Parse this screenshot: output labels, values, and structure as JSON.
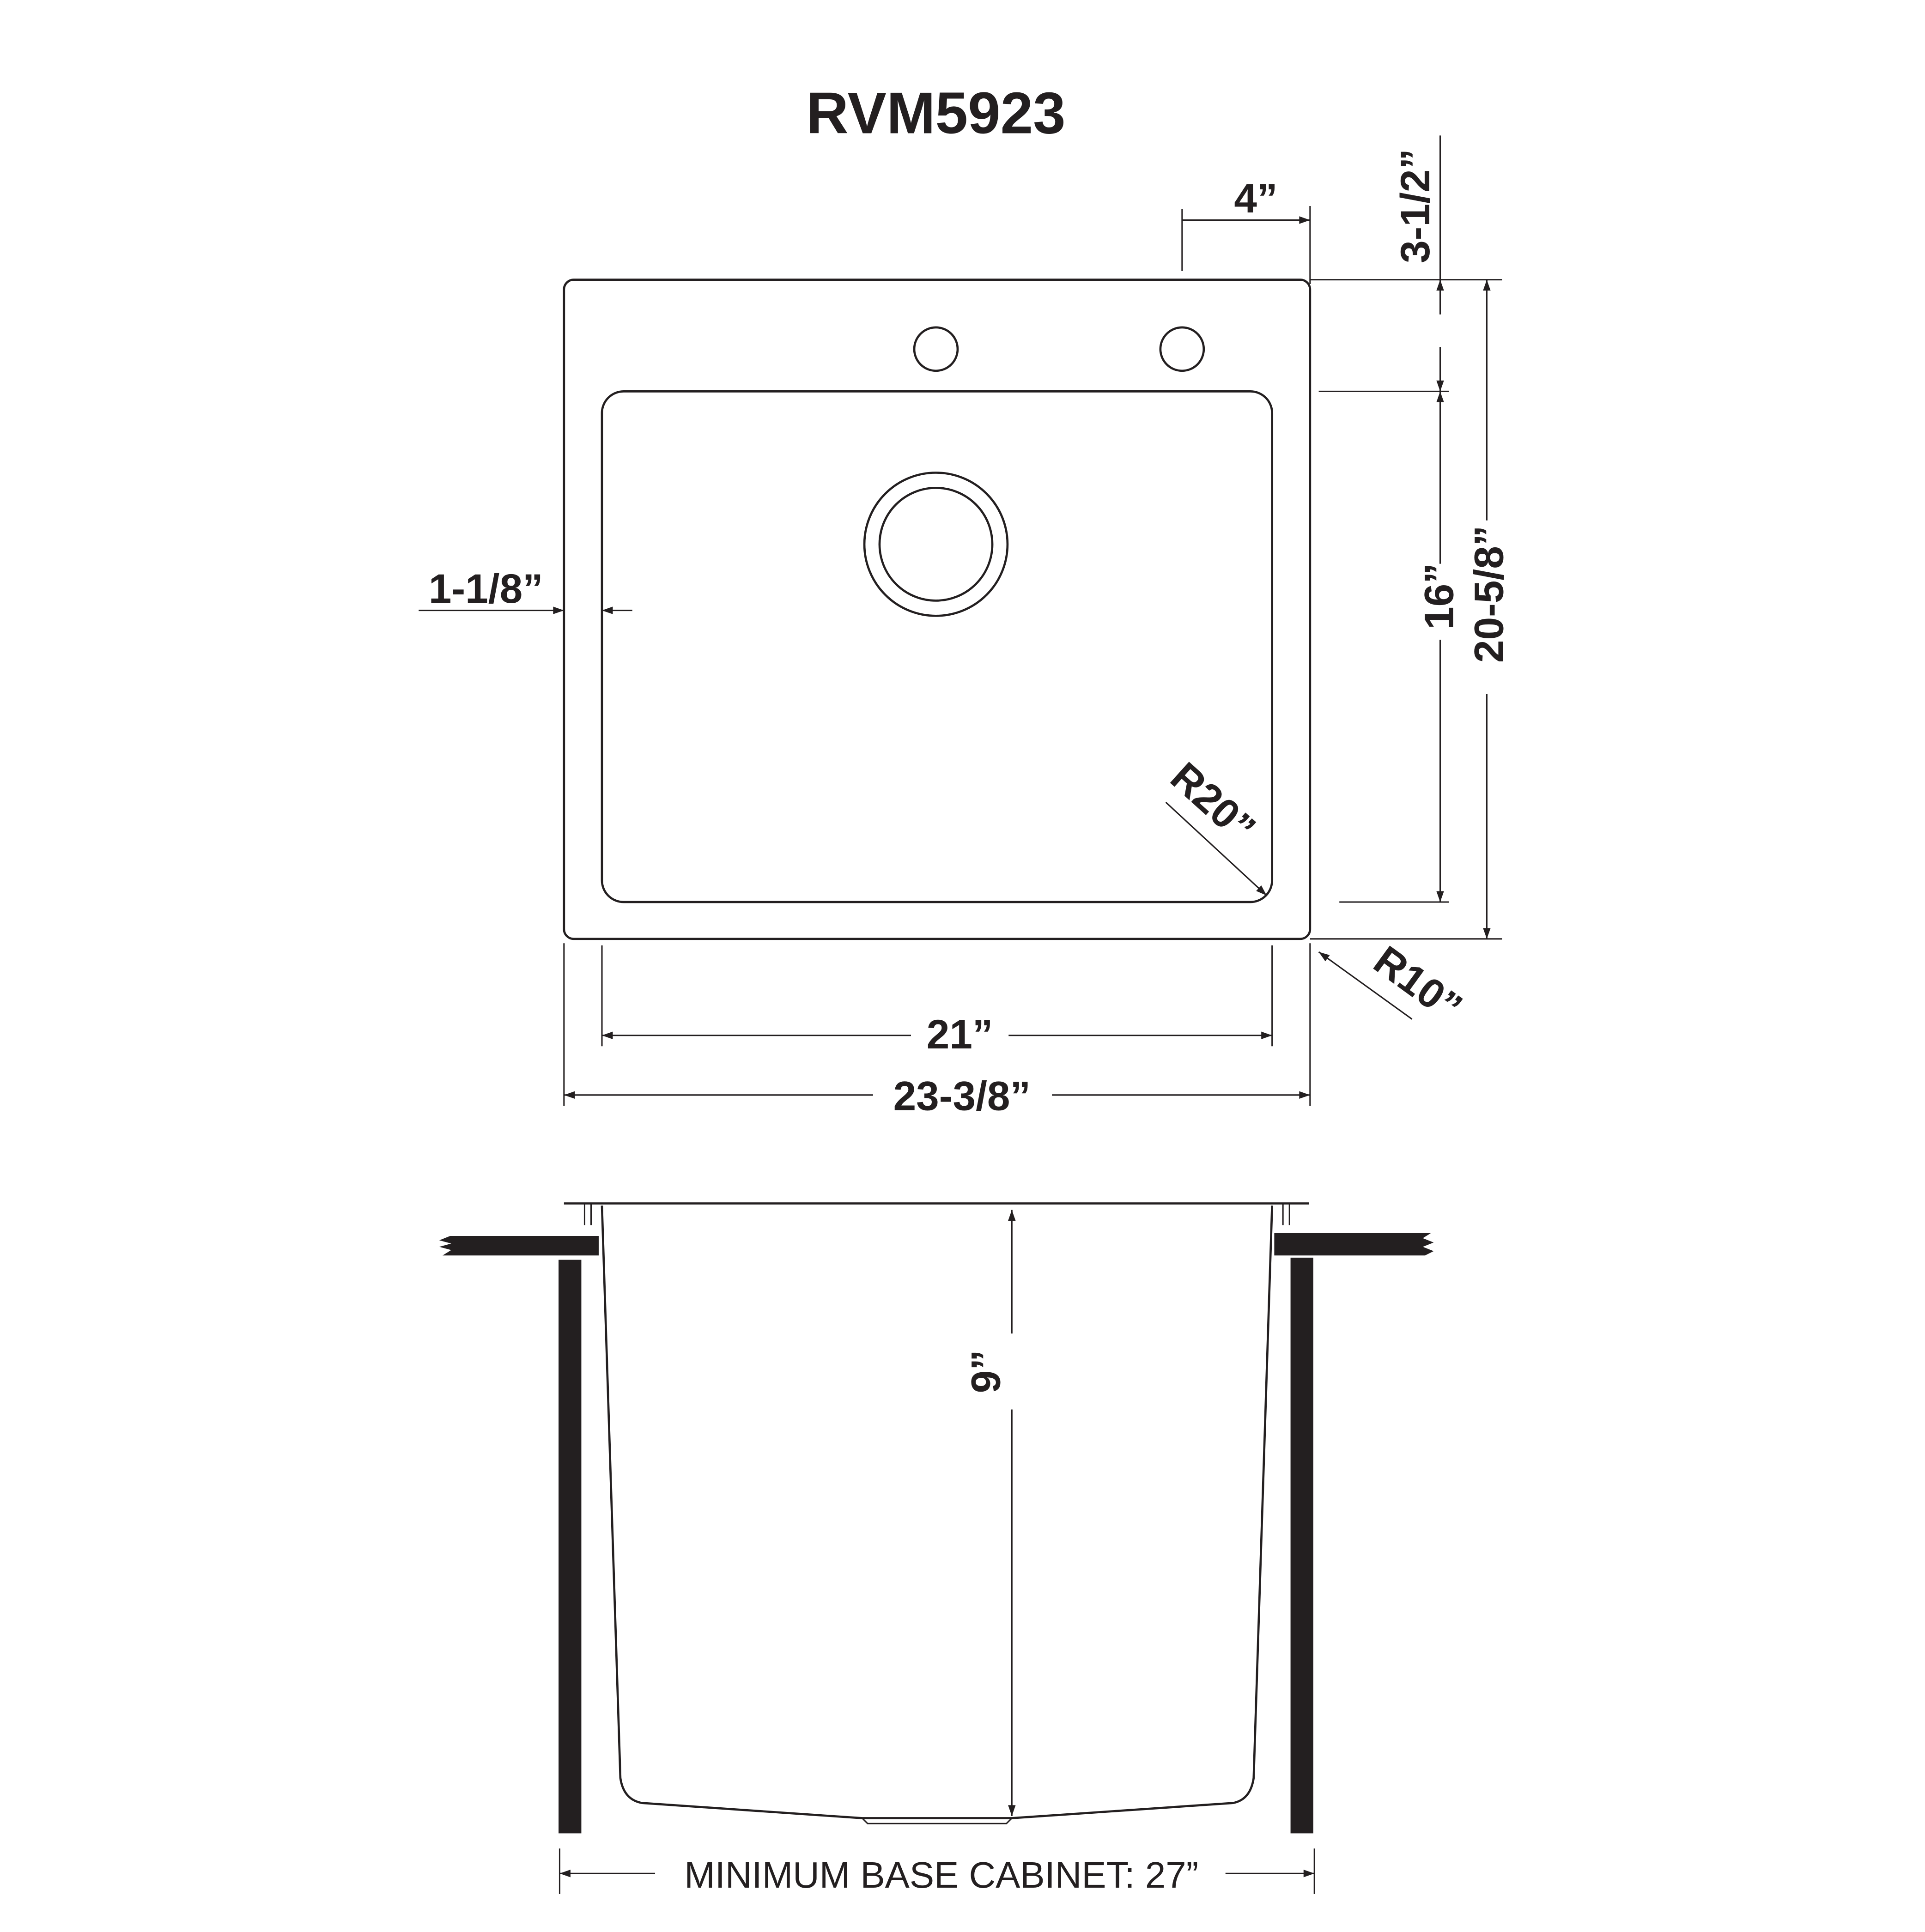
{
  "title": "RVM5923",
  "top_view": {
    "faucet_hole_spacing": "4”",
    "back_deck_depth": "3-1/2”",
    "bowl_depth": "16”",
    "overall_depth": "20-5/8”",
    "side_rim_width": "1-1/8”",
    "bowl_corner_radius": "R20”",
    "outer_corner_radius": "R10”",
    "bowl_width": "21”",
    "overall_width": "23-3/8”"
  },
  "side_view": {
    "bowl_height": "9”",
    "min_base_cabinet": "MINIMUM BASE CABINET: 27”"
  },
  "colors": {
    "line": "#231f20",
    "background": "#ffffff"
  }
}
